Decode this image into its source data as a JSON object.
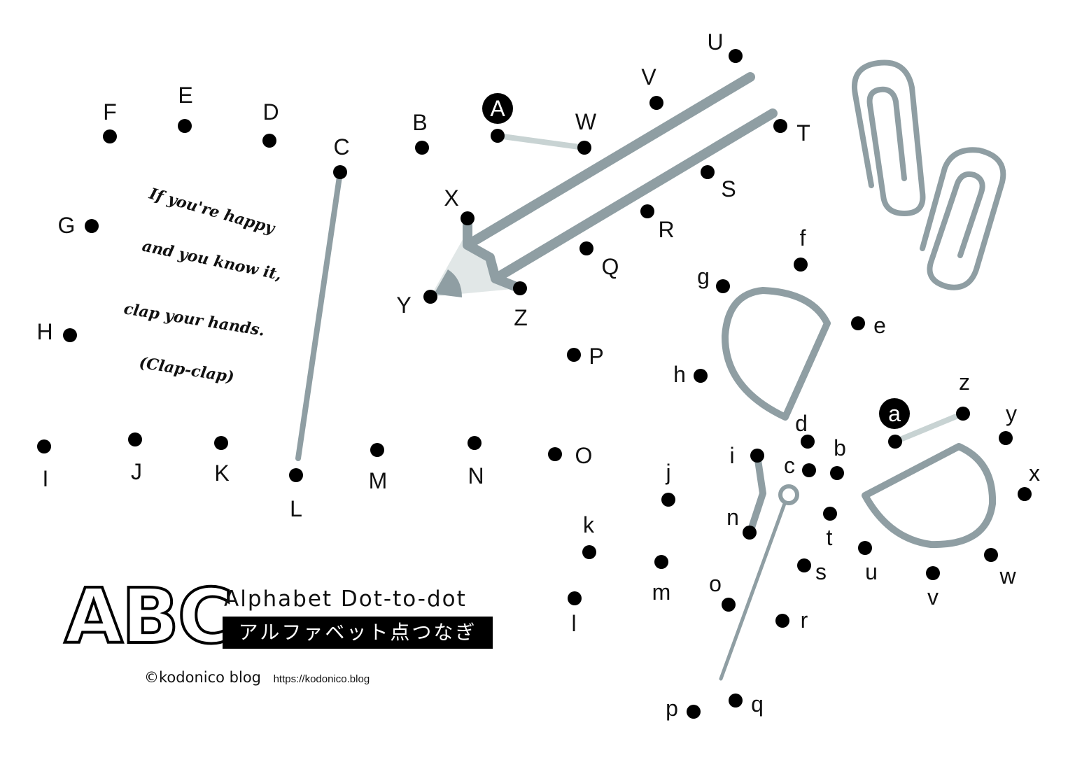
{
  "uppercase": {
    "start_badge": "A",
    "dots": [
      "A",
      "B",
      "C",
      "D",
      "E",
      "F",
      "G",
      "H",
      "I",
      "J",
      "K",
      "L",
      "M",
      "N",
      "O",
      "P",
      "Q",
      "R",
      "S",
      "T",
      "U",
      "V",
      "W",
      "X",
      "Y",
      "Z"
    ]
  },
  "lowercase": {
    "start_badge": "a",
    "dots": [
      "a",
      "b",
      "c",
      "d",
      "e",
      "f",
      "g",
      "h",
      "i",
      "j",
      "k",
      "l",
      "m",
      "n",
      "o",
      "p",
      "q",
      "r",
      "s",
      "t",
      "u",
      "v",
      "w",
      "x",
      "y",
      "z"
    ]
  },
  "song_lines": [
    "If you're happy",
    "and you know it,",
    "clap your hands.",
    "(Clap-clap)"
  ],
  "title": {
    "big": "ABC",
    "english": "Alphabet Dot-to-dot",
    "japanese": "アルファベット点つなぎ"
  },
  "credit": {
    "brand": "©kodonico blog",
    "url": "https://kodonico.blog"
  },
  "colors": {
    "line_gray": "#8f9ea3",
    "light_line": "#c8d3d3",
    "dot": "#000000"
  }
}
